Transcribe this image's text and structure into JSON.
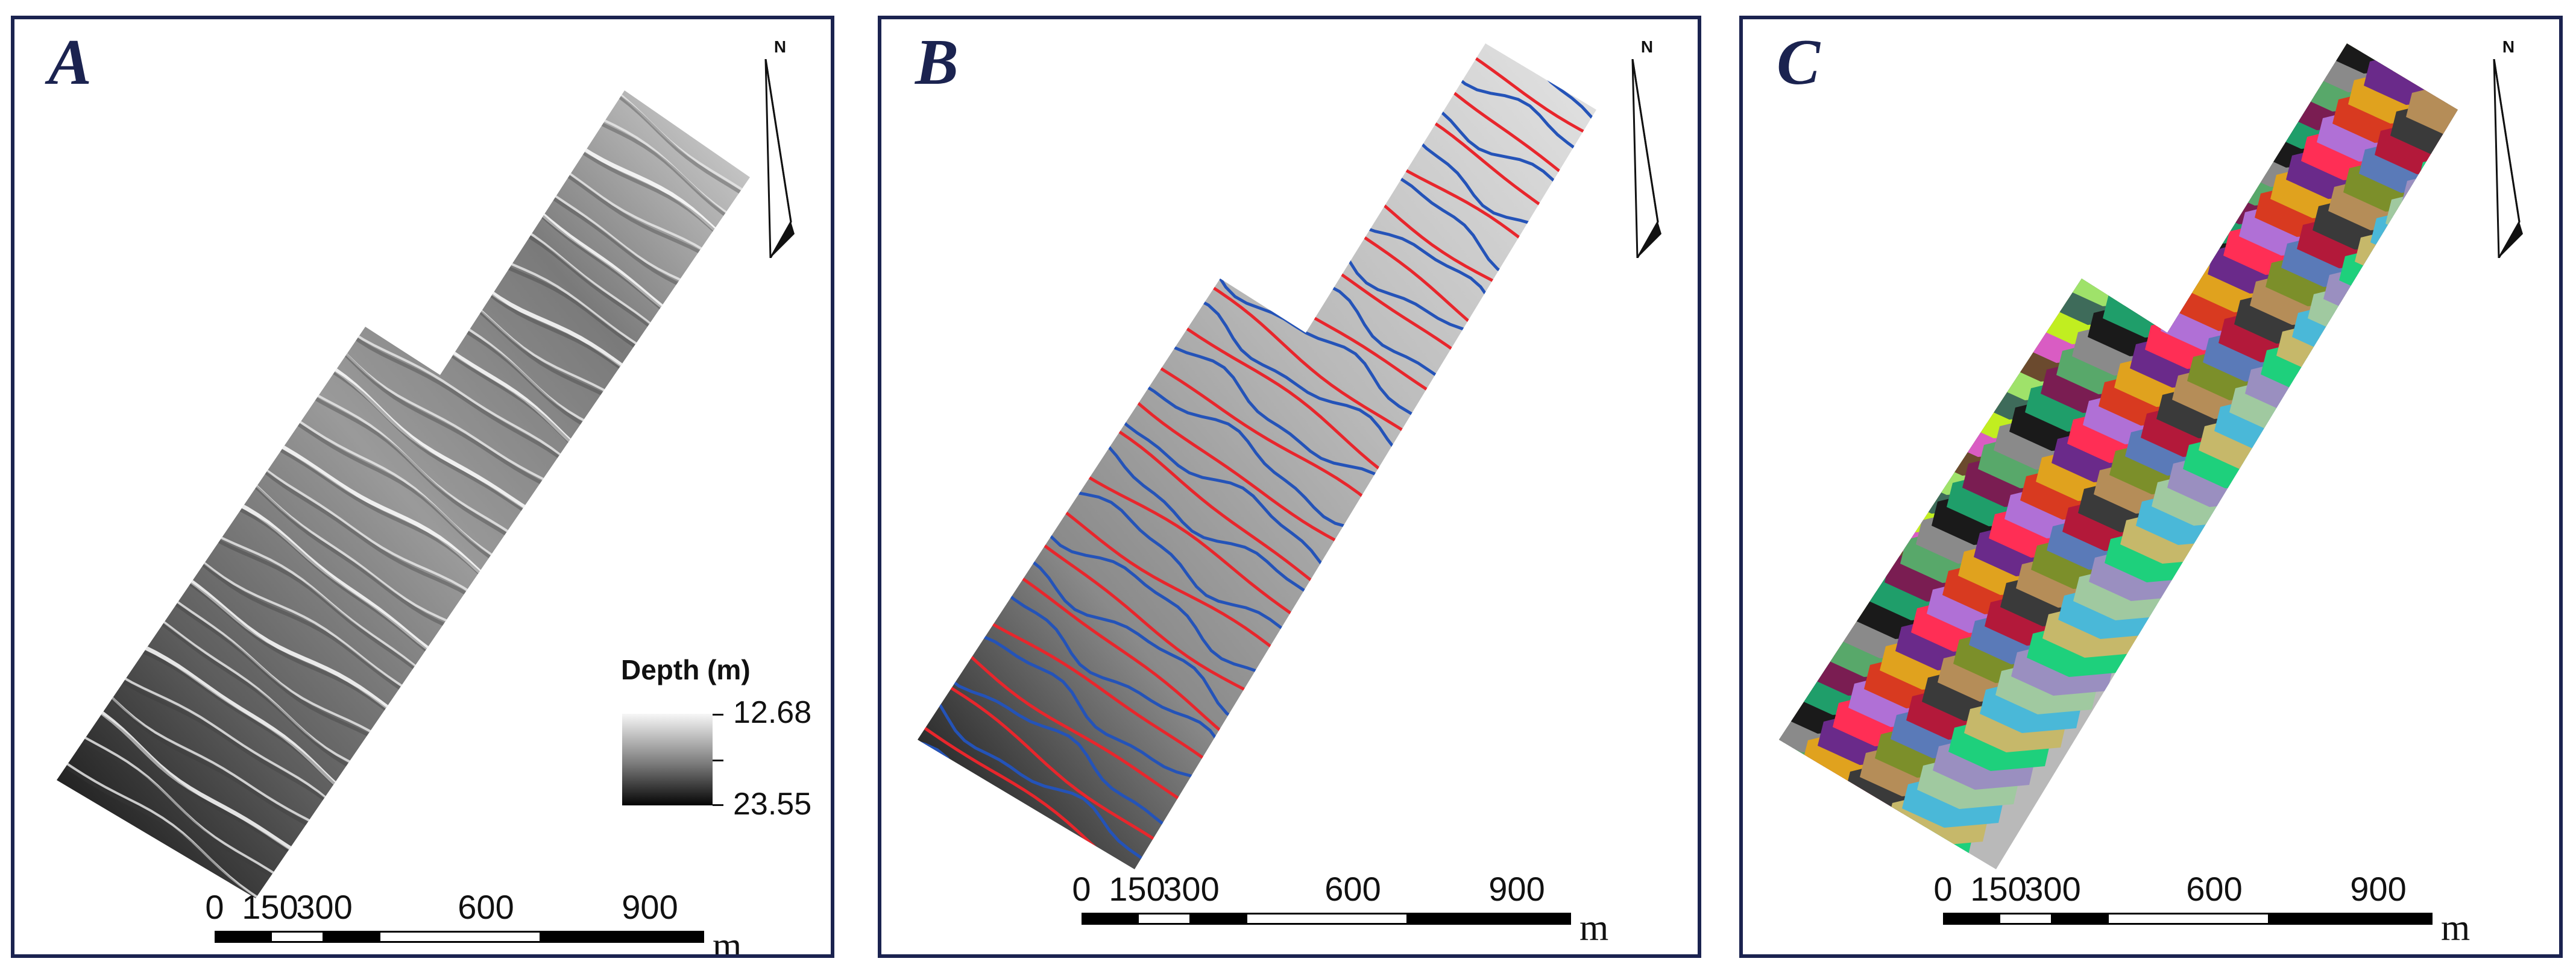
{
  "panels": [
    {
      "label": "A"
    },
    {
      "label": "B"
    },
    {
      "label": "C"
    }
  ],
  "north_arrow": {
    "letter": "N"
  },
  "scale_bar": {
    "ticks": [
      "0",
      "150",
      "300",
      "600",
      "900"
    ],
    "unit": "m"
  },
  "legend": {
    "title": "Depth (m)",
    "max_label": "12.68",
    "min_label": "23.55",
    "ramp_colors": [
      "#f7f7f7",
      "#050505"
    ]
  },
  "line_colors": {
    "crest": "#e8262c",
    "trough": "#2453b8"
  },
  "segment_palette": [
    "#9fe26a",
    "#1a1a1a",
    "#e0a21e",
    "#b3193a",
    "#9a8fc0",
    "#2a62e0",
    "#6b4a2e",
    "#1f9e6a",
    "#6a2a8a",
    "#3a3a3a",
    "#1ed07c",
    "#9cc7e8",
    "#d95cc3",
    "#7a1d52",
    "#ff2e55",
    "#b58d58",
    "#c6b86a",
    "#2a8a5e",
    "#c1ee20",
    "#58a86a",
    "#b070d6",
    "#7c8f2a",
    "#4ab8d8",
    "#e65c86",
    "#3e6b5a",
    "#8a8a8a",
    "#d83a20",
    "#5a7ab8",
    "#a0c9a0",
    "#e86aa2"
  ]
}
